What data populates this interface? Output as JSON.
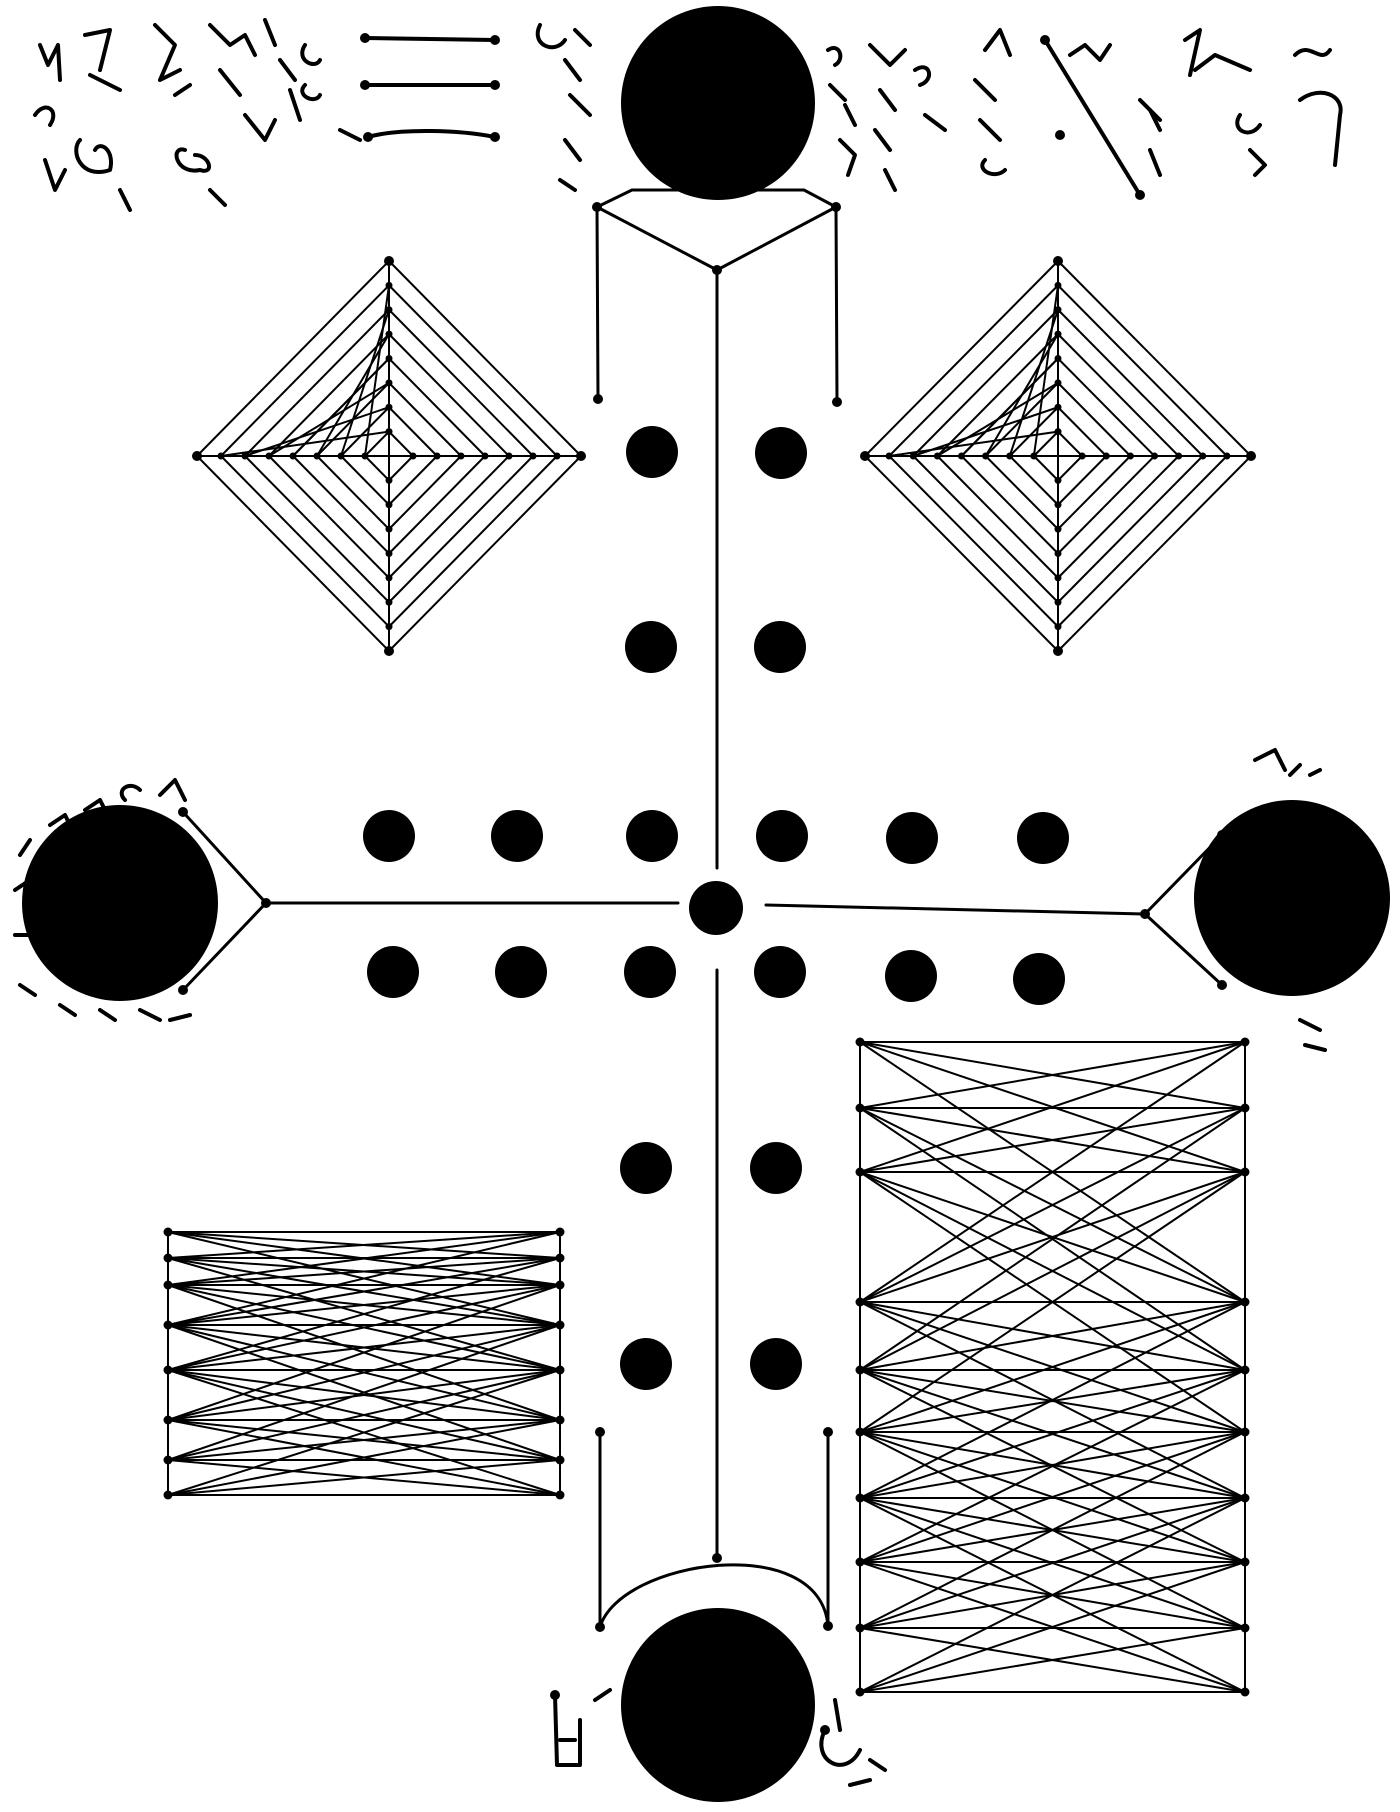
{
  "title": "",
  "colors": {
    "ink": "#000000",
    "paper": "#ffffff"
  },
  "symbols": [
    "handwritten-glyph-cluster-top-left",
    "handwritten-glyph-column-top-center-left",
    "handwritten-glyph-column-top-center-right",
    "handwritten-glyph-cluster-top-right",
    "handwritten-glyphs-left-arc",
    "handwritten-glyphs-right",
    "handwritten-glyphs-bottom-left",
    "handwritten-glyphs-bottom-right"
  ]
}
